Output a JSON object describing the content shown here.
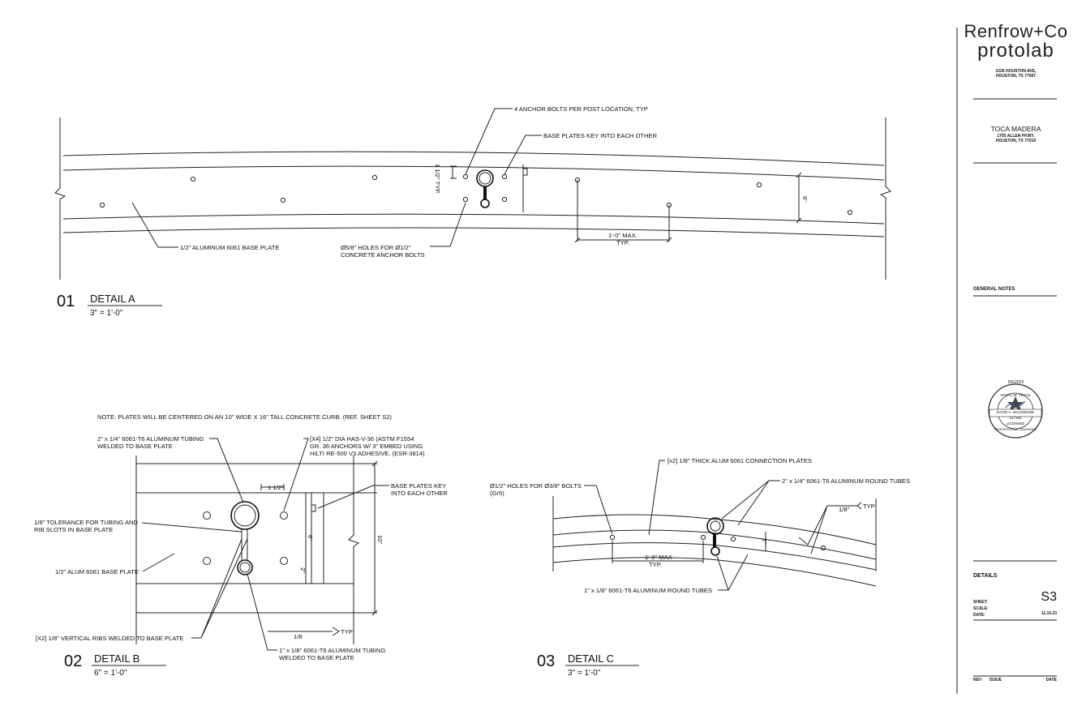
{
  "title_block": {
    "firm_line1": "Renfrow+Co",
    "firm_line2": "protolab",
    "firm_address1": "1226 HOUSTON AVE,",
    "firm_address2": "HOUSTON, TX 77007",
    "client_name": "TOCA MADERA",
    "client_address1": "1755 ALLEN PKWY,",
    "client_address2": "HOUSTON, TX 77019",
    "general_notes_label": "GENERAL NOTES",
    "seal_date": "9/6/2023",
    "seal_text": [
      "STATE OF TEXAS",
      "DAVID A. MACKENZIE",
      "117193",
      "LICENSED",
      "PROFESSIONAL ENGINEER"
    ],
    "sheet_title": "DETAILS",
    "sheet_label": "SHEET:",
    "scale_label": "SCALE:",
    "date_label": "DATE:",
    "sheet_number": "S3",
    "date_value": "11.16.23",
    "rev_label": "REV",
    "issue_label": "ISSUE",
    "rev_date_label": "DATE"
  },
  "detail_a": {
    "number": "01",
    "title": "DETAIL A",
    "scale": "3\" = 1'-0\"",
    "notes": {
      "anchor_bolts": "4 ANCHOR BOLTS PER POST LOCATION, TYP",
      "base_plates_key": "BASE PLATES KEY INTO EACH OTHER",
      "base_plate": "1/2\" ALUMINUM 6061 BASE PLATE",
      "holes_1": "Ø5/8\" HOLES FOR Ø1/2\"",
      "holes_2": "CONCRETE ANCHOR BOLTS",
      "max_1": "1'-0\" MAX.",
      "max_2": "TYP.",
      "dim_typ": "1 1/2\" TYP.",
      "dim_6": "6\""
    }
  },
  "detail_b": {
    "number": "02",
    "title": "DETAIL B",
    "scale": "6\" = 1'-0\"",
    "notes": {
      "plates_note": "NOTE: PLATES WILL BE CENTERED ON AN 10\" WIDE X 16\" TALL CONCRETE CURB. (REF. SHEET S2)",
      "tubing_1": "2\" x 1/4\" 6061-T6 ALUMINUM TUBING",
      "tubing_2": "WELDED TO BASE PLATE",
      "anchors_1": "[X4] 1/2\" DIA HAS-V-36 (ASTM F1554",
      "anchors_2": "GR. 36 ANCHORS W/ 3\" EMBED USING",
      "anchors_3": "HILTI RE-500 V3 ADHESIVE. (ESR-3814)",
      "key_1": "BASE PLATES KEY",
      "key_2": "INTO EACH OTHER",
      "tolerance_1": "1/8\" TOLERANCE FOR TUBING AND",
      "tolerance_2": "RIB SLOTS IN BASE PLATE",
      "base_plate": "1/2\" ALUM 6061 BASE PLATE",
      "ribs": "[X2] 1/8\" VERTICAL RIBS WELDED TO BASE PLATE",
      "small_tube_1": "1\" x 1/8\" 6061-T6 ALUMINUM TUBING",
      "small_tube_2": "WELDED TO BASE PLATE",
      "weld": "1/8",
      "typ": "TYP",
      "dim_15": "1 1/2\"",
      "dim_6": "6\"",
      "dim_10": "10\"",
      "dim_2": "2\""
    }
  },
  "detail_c": {
    "number": "03",
    "title": "DETAIL C",
    "scale": "3\" = 1'-0\"",
    "notes": {
      "connection_plates": "[x2] 1/8\" THICK ALUM 6061 CONNECTION PLATES",
      "holes_1": "Ø1/2\" HOLES FOR Ø3/8\" BOLTS",
      "holes_2": "(Gr5)",
      "round_tubes": "2\" x 1/4\" 6061-T6  ALUMINUM ROUND TUBES",
      "small_tubes": "1\" x 1/8\" 6061-T6 ALUMINUM ROUND TUBES",
      "max_1": "1'-0\" MAX",
      "max_2": "TYP.",
      "weld": "1/8\"",
      "typ": "TYP",
      "dim_2": "2\""
    }
  }
}
